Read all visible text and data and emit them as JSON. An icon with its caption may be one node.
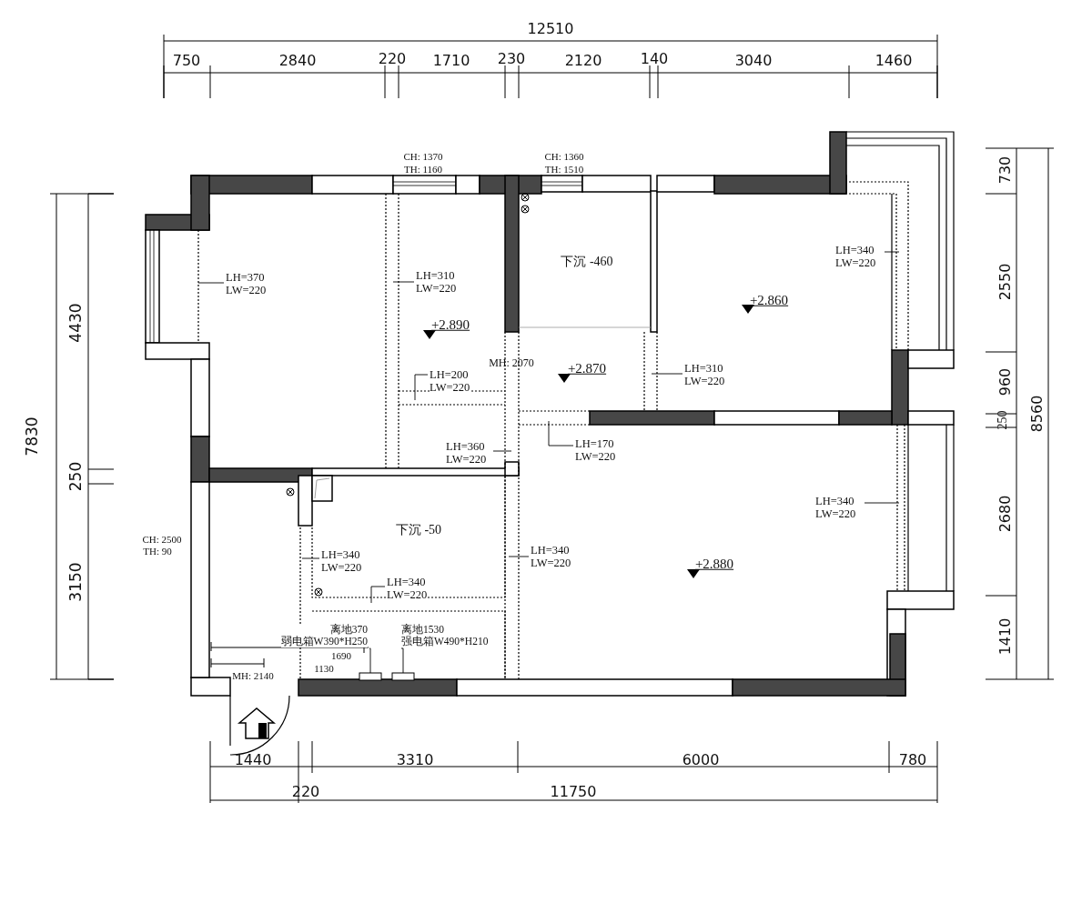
{
  "diagram": {
    "nodes": [
      {
        "text": [
          "LH=370",
          "LW=220"
        ]
      },
      {
        "text": [
          "LH=310",
          "LW=220"
        ]
      },
      {
        "text": [
          "LH=200",
          "LW=220"
        ]
      },
      {
        "text": [
          "LH=360",
          "LW=220"
        ]
      },
      {
        "text": [
          "LH=170",
          "LW=220"
        ]
      },
      {
        "text": [
          "LH=310",
          "LW=220"
        ]
      },
      {
        "text": [
          "LH=340",
          "LW=220"
        ]
      },
      {
        "text": [
          "LH=340",
          "LW=220"
        ]
      },
      {
        "text": [
          "LH=340",
          "LW=220"
        ]
      },
      {
        "text": [
          "LH=340",
          "LW=220"
        ]
      },
      {
        "text": [
          "LH=340",
          "LW=220"
        ]
      },
      {
        "text": [
          "离地370",
          "弱电箱W390*H250"
        ]
      },
      {
        "text": [
          "离地1530",
          "强电箱W490*H210"
        ]
      },
      {
        "text": [],
        "shape": "box"
      },
      {
        "text": [],
        "shape": "box"
      }
    ],
    "edges": [
      {
        "from": 0,
        "to": null,
        "arrow": "none"
      },
      {
        "from": 1,
        "to": null,
        "arrow": "none"
      },
      {
        "from": 2,
        "to": null,
        "arrow": "none"
      },
      {
        "from": 3,
        "to": null,
        "arrow": "none"
      },
      {
        "from": 4,
        "to": null,
        "arrow": "none"
      },
      {
        "from": 5,
        "to": null,
        "arrow": "none"
      },
      {
        "from": 6,
        "to": null,
        "arrow": "none"
      },
      {
        "from": 7,
        "to": null,
        "arrow": "none"
      },
      {
        "from": 8,
        "to": null,
        "arrow": "none"
      },
      {
        "from": 9,
        "to": null,
        "arrow": "none"
      },
      {
        "from": 10,
        "to": null,
        "arrow": "none"
      },
      {
        "from": 11,
        "to": 13,
        "arrow": "none"
      },
      {
        "from": 12,
        "to": 14,
        "arrow": "none"
      }
    ],
    "labels": [
      "12510",
      "750",
      "2840",
      "220",
      "1710",
      "230",
      "2120",
      "140",
      "3040",
      "1460",
      "CH: 1370",
      "TH: 1160",
      "CH: 1360",
      "TH: 1510",
      "下沉 -460",
      "+2.890",
      "MH: 2070",
      "+2.870",
      "+2.860",
      "下沉 -50",
      "+2.880",
      "CH: 2500",
      "TH: 90",
      "1690",
      "1130",
      "MH: 2140",
      "1440",
      "3310",
      "6000",
      "780",
      "220",
      "11750",
      "7830",
      "4430",
      "250",
      "3150",
      "730",
      "2550",
      "960",
      "250",
      "8560",
      "2680",
      "1410"
    ]
  }
}
